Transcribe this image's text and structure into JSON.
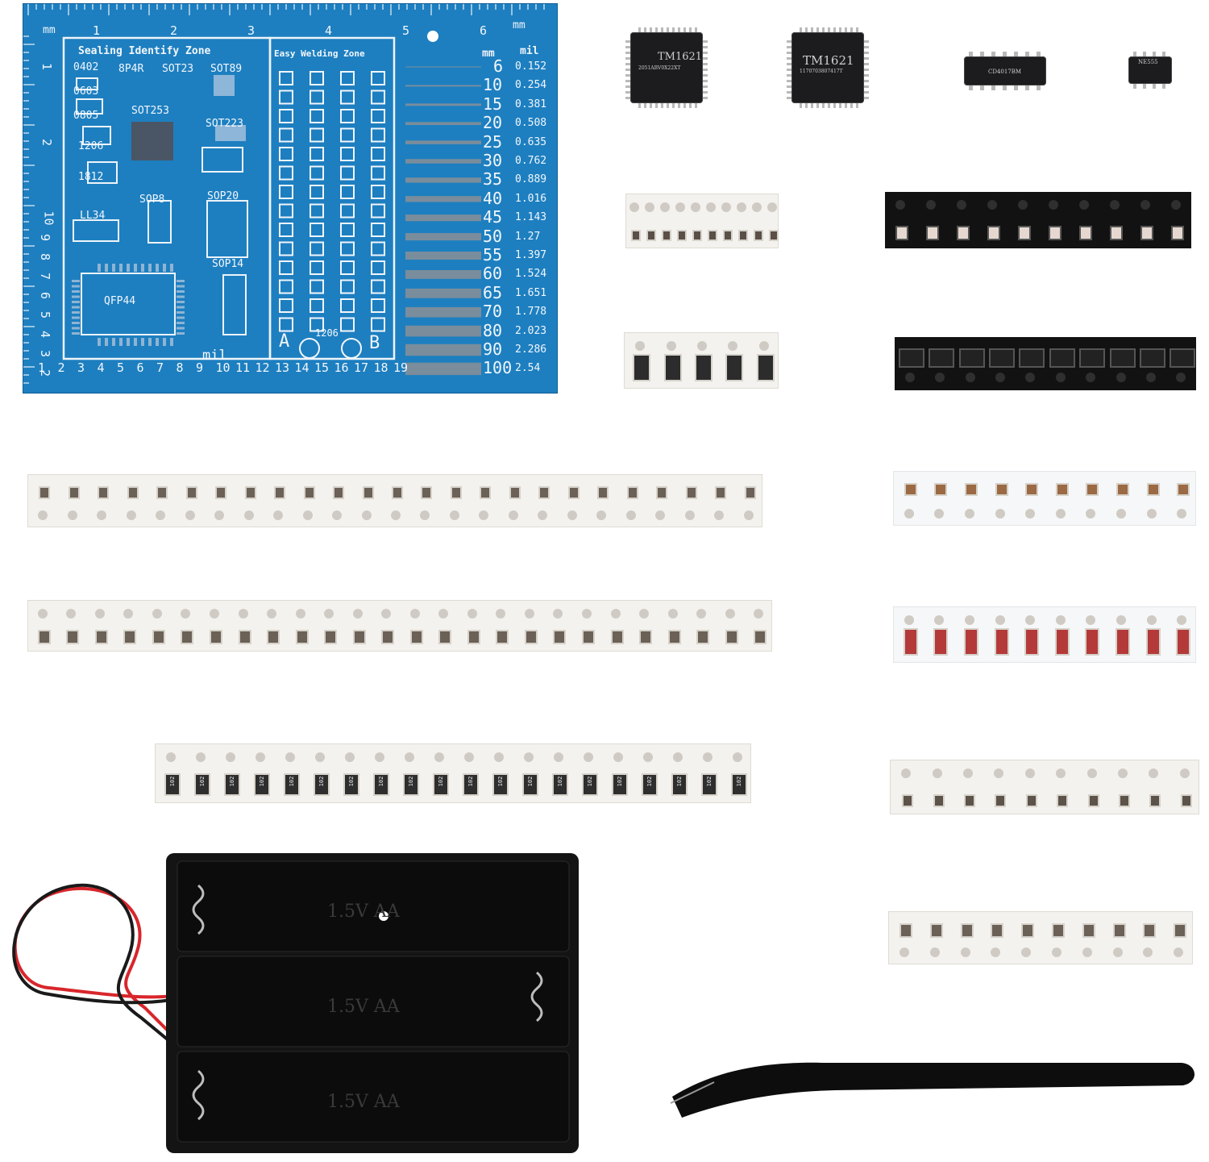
{
  "pcb": {
    "top_mm_label": "mm",
    "top_mm_label_right": "mm",
    "top_ruler": [
      "1",
      "2",
      "3",
      "4",
      "5",
      "6"
    ],
    "left_ruler": [
      "1",
      "2"
    ],
    "left_ruler_10": [
      "10",
      "9",
      "8",
      "7",
      "6",
      "5",
      "4",
      "3",
      "2"
    ],
    "bottom_ruler": [
      "1",
      "2",
      "3",
      "4",
      "5",
      "6",
      "7",
      "8",
      "9",
      "10",
      "11",
      "12",
      "13",
      "14",
      "15",
      "16",
      "17",
      "18",
      "19"
    ],
    "bottom_unit": "mil",
    "sealing_zone_title": "Sealing Identify Zone",
    "welding_zone_title": "Easy Welding Zone",
    "packages": [
      "0402",
      "0603",
      "0805",
      "1206",
      "1812",
      "LL34",
      "8P4R",
      "SOT23",
      "SOT89",
      "SOT253",
      "SOT223",
      "SOP8",
      "SOP20",
      "SOP14",
      "QFP44"
    ],
    "welding_zone_labels": {
      "a": "A",
      "b": "B",
      "center": "1206"
    },
    "trace_header": {
      "mm": "mm",
      "mil": "mil"
    },
    "traces": [
      {
        "mil": "6",
        "mm": "0.152"
      },
      {
        "mil": "10",
        "mm": "0.254"
      },
      {
        "mil": "15",
        "mm": "0.381"
      },
      {
        "mil": "20",
        "mm": "0.508"
      },
      {
        "mil": "25",
        "mm": "0.635"
      },
      {
        "mil": "30",
        "mm": "0.762"
      },
      {
        "mil": "35",
        "mm": "0.889"
      },
      {
        "mil": "40",
        "mm": "1.016"
      },
      {
        "mil": "45",
        "mm": "1.143"
      },
      {
        "mil": "50",
        "mm": "1.27"
      },
      {
        "mil": "55",
        "mm": "1.397"
      },
      {
        "mil": "60",
        "mm": "1.524"
      },
      {
        "mil": "65",
        "mm": "1.651"
      },
      {
        "mil": "70",
        "mm": "1.778"
      },
      {
        "mil": "80",
        "mm": "2.023"
      },
      {
        "mil": "90",
        "mm": "2.286"
      },
      {
        "mil": "100",
        "mm": "2.54"
      }
    ]
  },
  "chips": {
    "qfp_1": {
      "line1": "TM1621",
      "line2": "2051ABV0X22XT"
    },
    "qfp_2": {
      "line1": "TM1621",
      "line2": "1170703807417T"
    },
    "soic_14": {
      "line1": "CD4017BM"
    },
    "soic_8": {
      "line1": "NE555"
    }
  },
  "battery_holder": {
    "slot_label_1": "1.5V  AA",
    "slot_label_2": "1.5V  AA",
    "slot_label_3": "1.5V  AA"
  },
  "resistor_marking": "102",
  "colors": {
    "pcb_blue": "#1d7fc0",
    "silkscreen": "#f2f6fb",
    "tape_white": "#f4f2ee",
    "tape_black": "#121212",
    "wire_red": "#d8262b"
  }
}
